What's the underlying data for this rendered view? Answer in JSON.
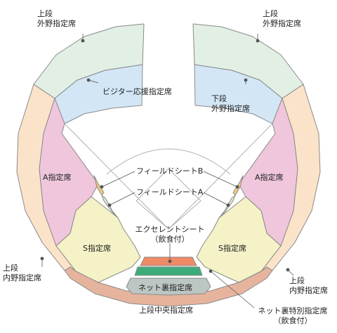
{
  "colors": {
    "upper_outfield": "#e2efe4",
    "lower_outfield": "#d3e6f5",
    "a_reserved": "#efc6dc",
    "s_reserved": "#f4f2c6",
    "upper_infield": "#fbe3c9",
    "upper_center": "#e6b49d",
    "field_b": "#f2c77a",
    "field_a": "#dce9cc",
    "excellent": "#ef8a66",
    "special": "#3eab7a",
    "net_back": "#bcc6c2",
    "outline": "#8a8a8a"
  },
  "labels": {
    "upper_outfield_left": [
      "上段",
      "外野指定席"
    ],
    "upper_outfield_right": [
      "上段",
      "外野指定席"
    ],
    "visitor_support": "ビジター応援指定席",
    "lower_outfield_right": [
      "下段",
      "外野指定席"
    ],
    "a_left": "A指定席",
    "a_right": "A指定席",
    "field_b": "フィールドシートB",
    "field_a": "フィールドシートA",
    "excellent": [
      "エクセレントシート",
      "（飲食付）"
    ],
    "s_left": "S指定席",
    "s_right": "S指定席",
    "upper_infield_left": [
      "上段",
      "内野指定席"
    ],
    "upper_infield_right": [
      "上段",
      "内野指定席"
    ],
    "net_back": "ネット裏指定席",
    "upper_center": "上段中央指定席",
    "net_special": [
      "ネット裏特別指定席",
      "（飲食付）"
    ]
  }
}
